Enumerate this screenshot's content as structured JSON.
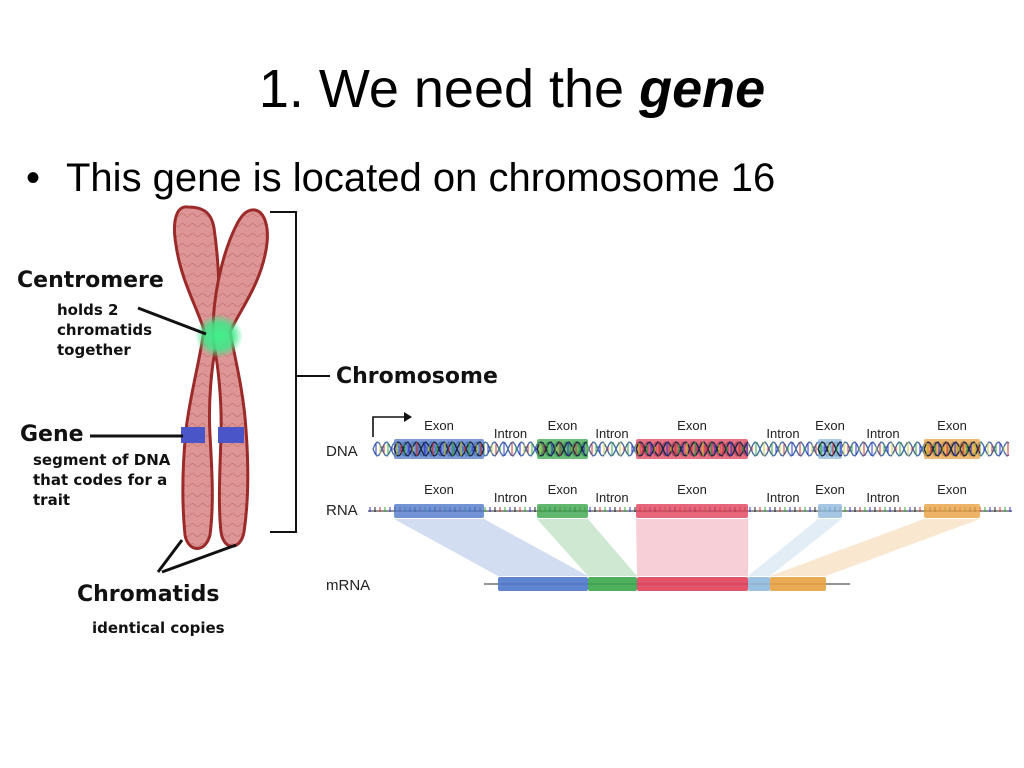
{
  "slide": {
    "title_prefix": "1. We need the ",
    "title_emphasis": "gene",
    "bullet_symbol": "•",
    "bullet_text": "This gene is located on chromosome 16"
  },
  "chromosome_diagram": {
    "centromere": {
      "title": "Centromere",
      "desc_lines": [
        "holds 2",
        "chromatids",
        "together"
      ]
    },
    "gene": {
      "title": "Gene",
      "desc_lines": [
        "segment of DNA",
        "that codes for a",
        "trait"
      ]
    },
    "chromosome": {
      "title": "Chromosome"
    },
    "chromatids": {
      "title": "Chromatids",
      "desc_lines": [
        "identical copies"
      ]
    },
    "colors": {
      "chromosome_fill": "#d98a8a",
      "chromosome_outline": "#9b2a2a",
      "centromere": "#3ff28a",
      "gene_band": "#4a55c8"
    }
  },
  "gene_diagram": {
    "row_labels": {
      "dna": "DNA",
      "rna": "RNA",
      "mrna": "mRNA"
    },
    "segments": [
      {
        "type": "exon",
        "label": "Exon",
        "color": "#4f78c9"
      },
      {
        "type": "intron",
        "label": "Intron"
      },
      {
        "type": "exon",
        "label": "Exon",
        "color": "#3aa54a"
      },
      {
        "type": "intron",
        "label": "Intron"
      },
      {
        "type": "exon",
        "label": "Exon",
        "color": "#e0405a"
      },
      {
        "type": "intron",
        "label": "Intron"
      },
      {
        "type": "exon",
        "label": "Exon",
        "color": "#8fb9dc"
      },
      {
        "type": "intron",
        "label": "Intron"
      },
      {
        "type": "exon",
        "label": "Exon",
        "color": "#e8a040"
      }
    ]
  }
}
